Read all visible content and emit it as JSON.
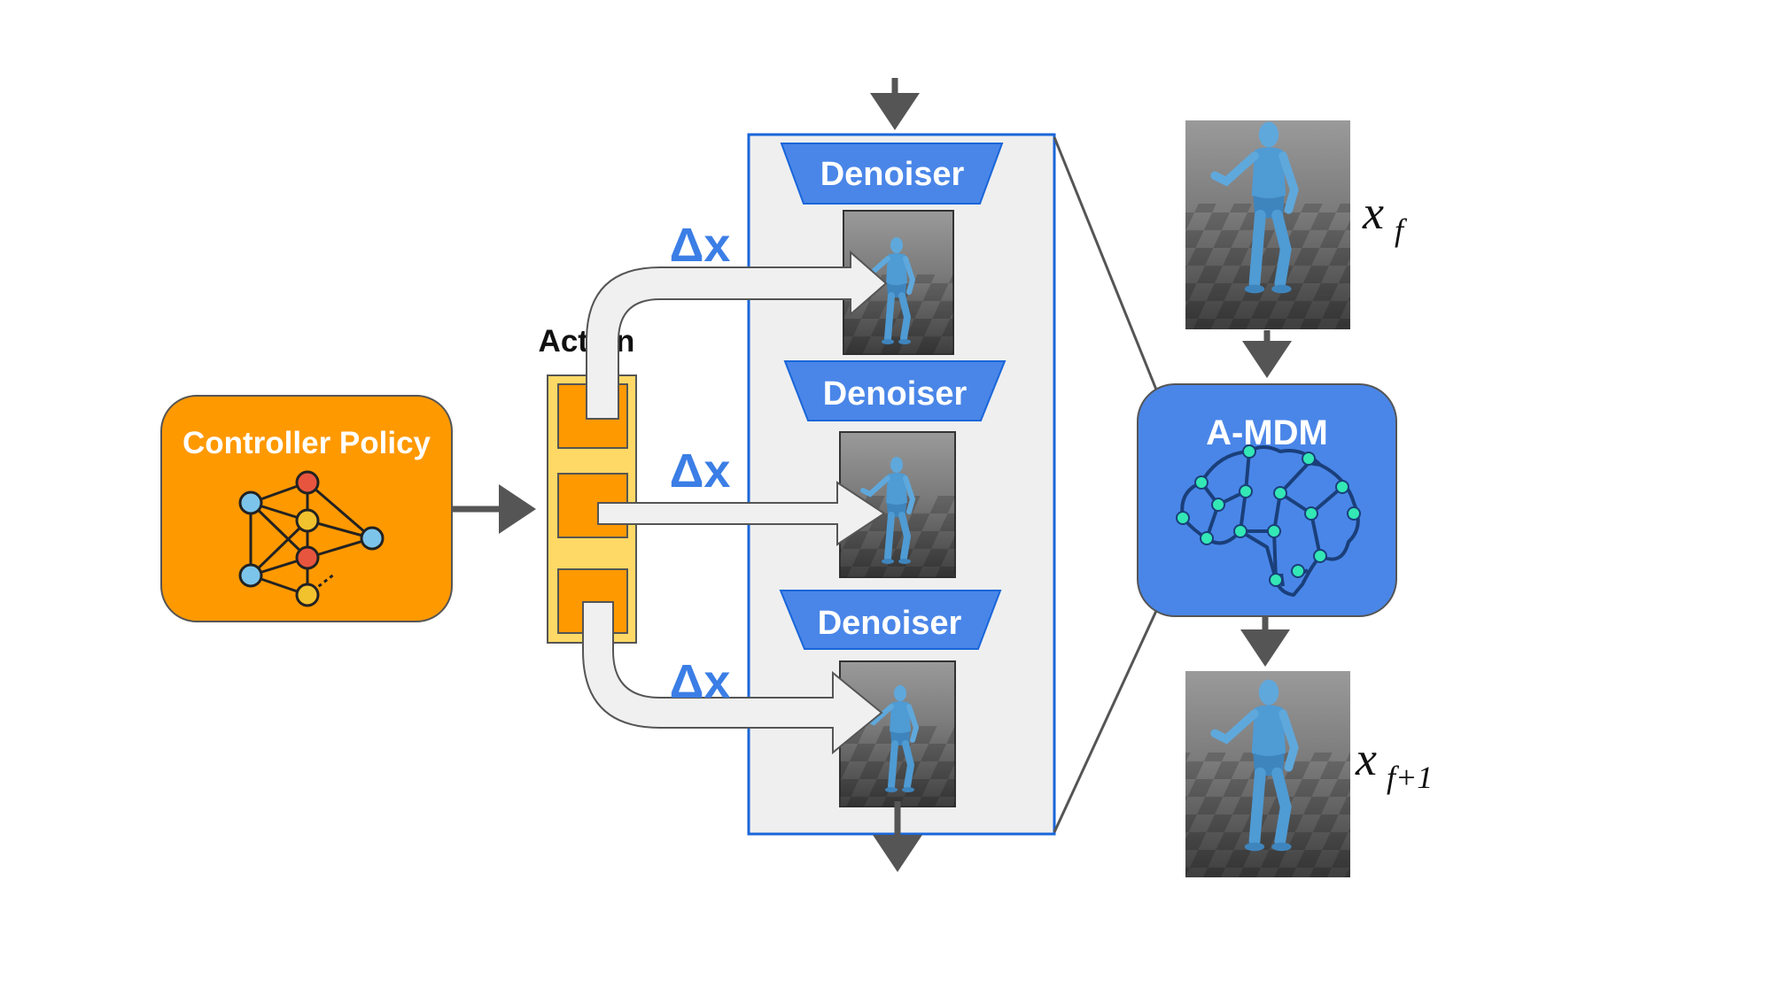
{
  "controller": {
    "label": "Controller Policy",
    "icon": "neural-network-icon",
    "color": "#ff9900"
  },
  "action": {
    "label": "Action",
    "color": "#ffd966"
  },
  "delta_label": "Δx",
  "denoiser_stack": {
    "denoisers": [
      {
        "label": "Denoiser"
      },
      {
        "label": "Denoiser"
      },
      {
        "label": "Denoiser"
      }
    ],
    "color": "#4a86e8"
  },
  "amdm": {
    "label": "A-MDM",
    "icon": "brain-network-icon",
    "color": "#4a86e8"
  },
  "frames": {
    "input": {
      "symbol": "x",
      "subscript": "f"
    },
    "output": {
      "symbol": "x",
      "subscript": "f+1"
    }
  },
  "colors": {
    "arrow": "#555555",
    "panel_border": "#1a66d9",
    "panel_fill": "#efefef",
    "delta_text": "#3b7ee6"
  }
}
